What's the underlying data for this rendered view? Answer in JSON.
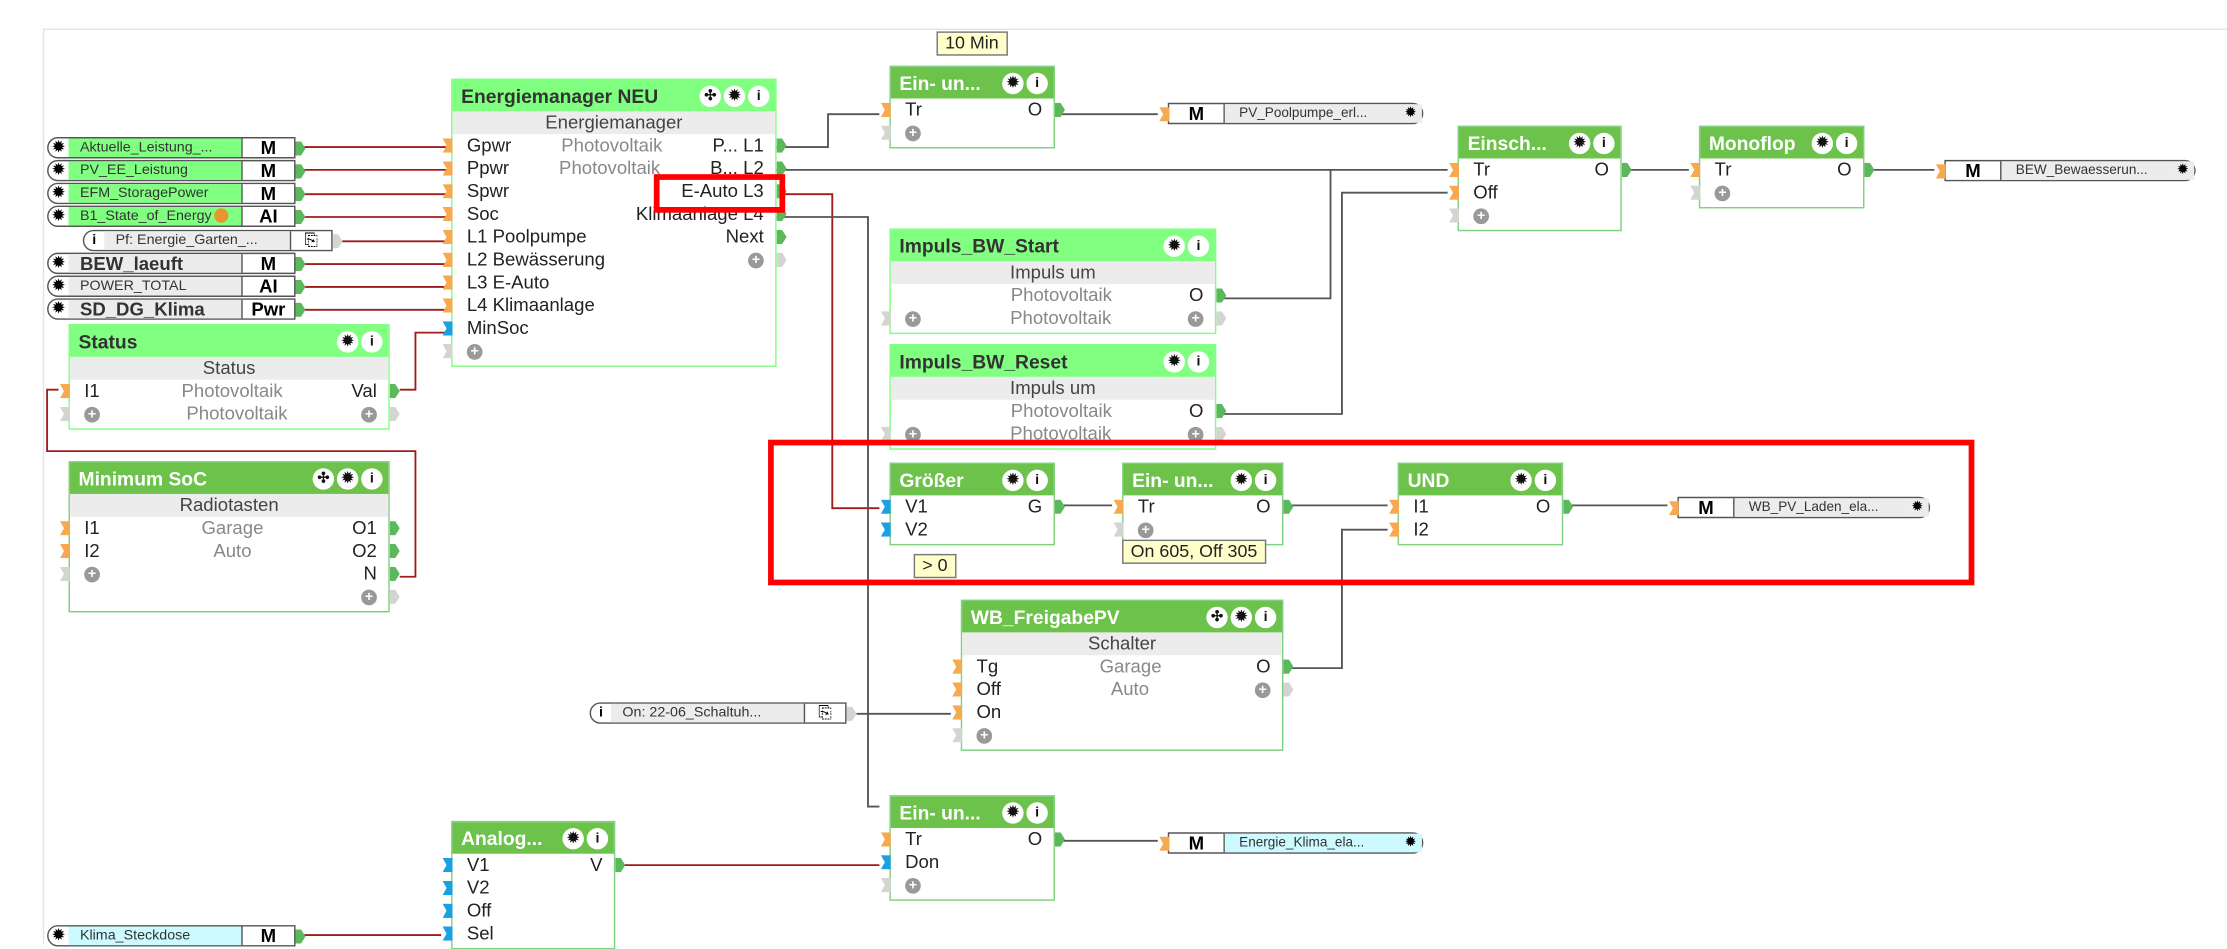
{
  "colors": {
    "wire_red": "#a01c1c",
    "wire_gray": "#555555",
    "highlight": "#ff0000",
    "header_light": "#80ff80",
    "header_dark": "#6cc24a"
  },
  "inputs": [
    {
      "label": "Aktuelle_Leistung_...",
      "type": "M",
      "bg": "green",
      "icon": "gear-icon"
    },
    {
      "label": "PV_EE_Leistung",
      "type": "M",
      "bg": "green",
      "icon": "gear-icon"
    },
    {
      "label": "EFM_StoragePower",
      "type": "M",
      "bg": "green",
      "icon": "gear-icon"
    },
    {
      "label": "B1_State_of_Energy",
      "type": "AI",
      "bg": "green",
      "icon": "gear-icon",
      "badge": "lamp-icon"
    },
    {
      "label": "Pf: Energie_Garten_...",
      "type": "",
      "bg": "gray",
      "icon": "info-icon",
      "symbol": "export-icon"
    },
    {
      "label": "BEW_laeuft",
      "type": "M",
      "bg": "gray",
      "icon": "gear-icon",
      "bold": true
    },
    {
      "label": "POWER_TOTAL",
      "type": "AI",
      "bg": "gray",
      "icon": "gear-icon"
    },
    {
      "label": "SD_DG_Klima",
      "type": "Pwr",
      "bg": "gray",
      "icon": "gear-icon",
      "bold": true
    },
    {
      "label": "On: 22-06_Schaltuh...",
      "type": "",
      "bg": "gray",
      "icon": "info-icon",
      "symbol": "export-icon"
    },
    {
      "label": "Klima_Steckdose",
      "type": "M",
      "bg": "cyan",
      "icon": "gear-icon"
    }
  ],
  "outputs": [
    {
      "type": "M",
      "label": "PV_Poolpumpe_erl...",
      "bg": "gray"
    },
    {
      "type": "M",
      "label": "BEW_Bewaesserun...",
      "bg": "gray"
    },
    {
      "type": "M",
      "label": "WB_PV_Laden_ela...",
      "bg": "gray"
    },
    {
      "type": "M",
      "label": "Energie_Klima_ela...",
      "bg": "cyan"
    }
  ],
  "blocks": [
    {
      "id": "energiemanager",
      "title": "Energiemanager NEU",
      "style": "light",
      "icons": [
        "move",
        "gear",
        "info"
      ],
      "subtitle": "Energiemanager",
      "rows": [
        {
          "l": "Gpwr",
          "m": "Photovoltaik",
          "r": "P... L1",
          "lp": "orange",
          "rp": "green"
        },
        {
          "l": "Ppwr",
          "m": "Photovoltaik",
          "r": "B... L2",
          "lp": "orange",
          "rp": "green"
        },
        {
          "l": "Spwr",
          "m": "",
          "r": "E-Auto L3",
          "lp": "orange",
          "rp": "green"
        },
        {
          "l": "Soc",
          "m": "",
          "r": "Klimaanlage L4",
          "lp": "orange",
          "rp": "green"
        },
        {
          "l": "L1 Poolpumpe",
          "m": "",
          "r": "Next",
          "lp": "orange",
          "rp": "green"
        },
        {
          "l": "L2 Bewässerung",
          "m": "",
          "r": "+",
          "lp": "orange",
          "rp": "gray"
        },
        {
          "l": "L3 E-Auto",
          "m": "",
          "r": "",
          "lp": "orange"
        },
        {
          "l": "L4 Klimaanlage",
          "m": "",
          "r": "",
          "lp": "orange"
        },
        {
          "l": "MinSoc",
          "m": "",
          "r": "",
          "lp": "blue"
        },
        {
          "l": "+",
          "m": "",
          "r": "",
          "lp": "gray"
        }
      ]
    },
    {
      "id": "status",
      "title": "Status",
      "style": "light",
      "icons": [
        "gear",
        "info"
      ],
      "subtitle": "Status",
      "rows": [
        {
          "l": "I1",
          "m": "Photovoltaik",
          "r": "Val",
          "lp": "orange",
          "rp": "green"
        },
        {
          "l": "+",
          "m": "Photovoltaik",
          "r": "+",
          "lp": "gray",
          "rp": "gray"
        }
      ]
    },
    {
      "id": "minsoc",
      "title": "Minimum SoC",
      "style": "dark",
      "icons": [
        "move",
        "gear",
        "info"
      ],
      "subtitle": "Radiotasten",
      "rows": [
        {
          "l": "I1",
          "m": "Garage",
          "r": "O1",
          "lp": "orange",
          "rp": "green"
        },
        {
          "l": "I2",
          "m": "Auto",
          "r": "O2",
          "lp": "orange",
          "rp": "green"
        },
        {
          "l": "+",
          "m": "",
          "r": "N",
          "lp": "gray",
          "rp": "green"
        },
        {
          "l": "",
          "m": "",
          "r": "+",
          "rp": "gray"
        }
      ]
    },
    {
      "id": "einun1",
      "title": "Ein- un...",
      "style": "dark",
      "icons": [
        "gear",
        "info"
      ],
      "rows": [
        {
          "l": "Tr",
          "m": "",
          "r": "O",
          "lp": "orange",
          "rp": "green"
        },
        {
          "l": "+",
          "m": "",
          "r": "",
          "lp": "gray"
        }
      ]
    },
    {
      "id": "einsch",
      "title": "Einsch...",
      "style": "dark",
      "icons": [
        "gear",
        "info"
      ],
      "rows": [
        {
          "l": "Tr",
          "m": "",
          "r": "O",
          "lp": "orange",
          "rp": "green"
        },
        {
          "l": "Off",
          "m": "",
          "r": "",
          "lp": "orange"
        },
        {
          "l": "+",
          "m": "",
          "r": "",
          "lp": "gray"
        }
      ]
    },
    {
      "id": "monoflop",
      "title": "Monoflop",
      "style": "dark",
      "icons": [
        "gear",
        "info"
      ],
      "rows": [
        {
          "l": "Tr",
          "m": "",
          "r": "O",
          "lp": "orange",
          "rp": "green"
        },
        {
          "l": "+",
          "m": "",
          "r": "",
          "lp": "gray"
        }
      ]
    },
    {
      "id": "impstart",
      "title": "Impuls_BW_Start",
      "style": "light",
      "icons": [
        "gear",
        "info"
      ],
      "subtitle": "Impuls um",
      "rows": [
        {
          "l": "",
          "m": "Photovoltaik",
          "r": "O",
          "rp": "green"
        },
        {
          "l": "+",
          "m": "Photovoltaik",
          "r": "+",
          "lp": "gray",
          "rp": "gray"
        }
      ]
    },
    {
      "id": "impreset",
      "title": "Impuls_BW_Reset",
      "style": "light",
      "icons": [
        "gear",
        "info"
      ],
      "subtitle": "Impuls um",
      "rows": [
        {
          "l": "",
          "m": "Photovoltaik",
          "r": "O",
          "rp": "green"
        },
        {
          "l": "+",
          "m": "Photovoltaik",
          "r": "+",
          "lp": "gray",
          "rp": "gray"
        }
      ]
    },
    {
      "id": "groesser",
      "title": "Größer",
      "style": "dark",
      "icons": [
        "gear",
        "info"
      ],
      "rows": [
        {
          "l": "V1",
          "m": "",
          "r": "G",
          "lp": "blue",
          "rp": "green"
        },
        {
          "l": "V2",
          "m": "",
          "r": "",
          "lp": "blue"
        }
      ]
    },
    {
      "id": "einun2",
      "title": "Ein- un...",
      "style": "dark",
      "icons": [
        "gear",
        "info"
      ],
      "rows": [
        {
          "l": "Tr",
          "m": "",
          "r": "O",
          "lp": "orange",
          "rp": "green"
        },
        {
          "l": "+",
          "m": "",
          "r": "",
          "lp": "gray"
        }
      ]
    },
    {
      "id": "und",
      "title": "UND",
      "style": "dark",
      "icons": [
        "gear",
        "info"
      ],
      "rows": [
        {
          "l": "I1",
          "m": "",
          "r": "O",
          "lp": "orange",
          "rp": "green"
        },
        {
          "l": "I2",
          "m": "",
          "r": "",
          "lp": "orange"
        }
      ]
    },
    {
      "id": "wbfreigabe",
      "title": "WB_FreigabePV",
      "style": "dark",
      "icons": [
        "move",
        "gear",
        "info"
      ],
      "subtitle": "Schalter",
      "rows": [
        {
          "l": "Tg",
          "m": "Garage",
          "r": "O",
          "lp": "orange",
          "rp": "green"
        },
        {
          "l": "Off",
          "m": "Auto",
          "r": "+",
          "lp": "orange",
          "rp": "gray"
        },
        {
          "l": "On",
          "m": "",
          "r": "",
          "lp": "orange"
        },
        {
          "l": "+",
          "m": "",
          "r": "",
          "lp": "gray"
        }
      ]
    },
    {
      "id": "einun3",
      "title": "Ein- un...",
      "style": "dark",
      "icons": [
        "gear",
        "info"
      ],
      "rows": [
        {
          "l": "Tr",
          "m": "",
          "r": "O",
          "lp": "orange",
          "rp": "green"
        },
        {
          "l": "Don",
          "m": "",
          "r": "",
          "lp": "blue"
        },
        {
          "l": "+",
          "m": "",
          "r": "",
          "lp": "gray"
        }
      ]
    },
    {
      "id": "analog",
      "title": "Analog...",
      "style": "dark",
      "icons": [
        "gear",
        "info"
      ],
      "rows": [
        {
          "l": "V1",
          "m": "",
          "r": "V",
          "lp": "blue",
          "rp": "green"
        },
        {
          "l": "V2",
          "m": "",
          "r": "",
          "lp": "blue"
        },
        {
          "l": "Off",
          "m": "",
          "r": "",
          "lp": "blue"
        },
        {
          "l": "Sel",
          "m": "",
          "r": "",
          "lp": "blue"
        }
      ]
    }
  ],
  "tooltips": [
    "10 Min",
    "> 0",
    "On 605, Off 305"
  ]
}
